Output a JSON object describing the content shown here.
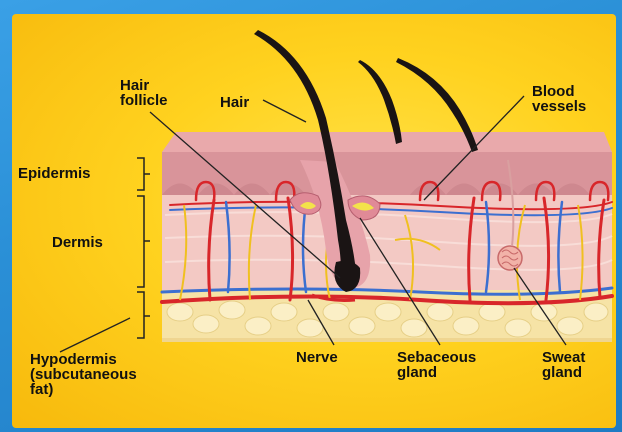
{
  "labels": {
    "hair_follicle": "Hair\nfollicle",
    "hair": "Hair",
    "blood_vessels": "Blood\nvessels",
    "epidermis": "Epidermis",
    "dermis": "Dermis",
    "hypodermis": "Hypodermis\n(subcutaneous\nfat)",
    "nerve": "Nerve",
    "sebaceous_gland": "Sebaceous\ngland",
    "sweat_gland": "Sweat\ngland"
  },
  "colors": {
    "background": "#ffd21f",
    "frame": "#2a8fd6",
    "epidermis": "#d9949a",
    "dermis": "#f3c9c4",
    "fat": "#f6e3a6",
    "artery": "#d8262a",
    "vein": "#3c6fd0",
    "nerve": "#f0c020",
    "hair": "#1a1414"
  }
}
